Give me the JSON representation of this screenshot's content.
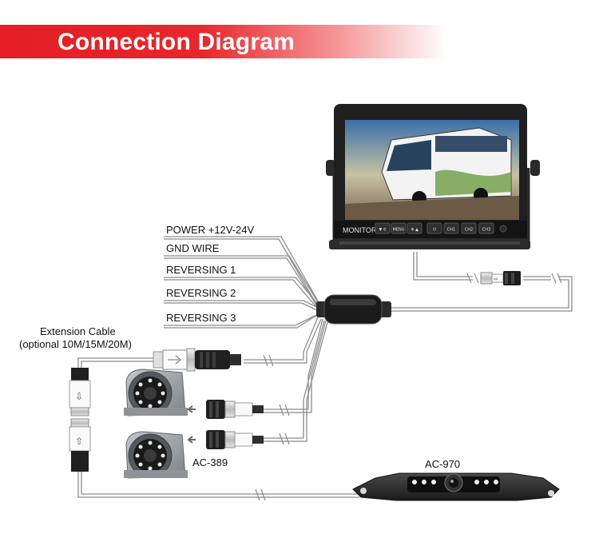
{
  "header": {
    "title": "Connection Diagram"
  },
  "monitor": {
    "brand_label": "MONITOR",
    "buttons": [
      "▼ ⏲",
      "MENU",
      "⊕ ▲",
      "⏻",
      "CH1",
      "CH2",
      "CH3"
    ]
  },
  "wires": {
    "power": "POWER +12V-24V",
    "gnd": "GND WIRE",
    "reversing_1": "REVERSING 1",
    "reversing_2": "REVERSING 2",
    "reversing_3": "REVERSING 3"
  },
  "extension": {
    "line1": "Extension Cable",
    "line2": "(optional 10M/15M/20M)"
  },
  "cameras": {
    "side_model": "AC-389",
    "plate_model": "AC-970"
  },
  "colors": {
    "banner": "#e41e24",
    "wire": "#8c8c8c",
    "housing": "#9a9ea3"
  }
}
